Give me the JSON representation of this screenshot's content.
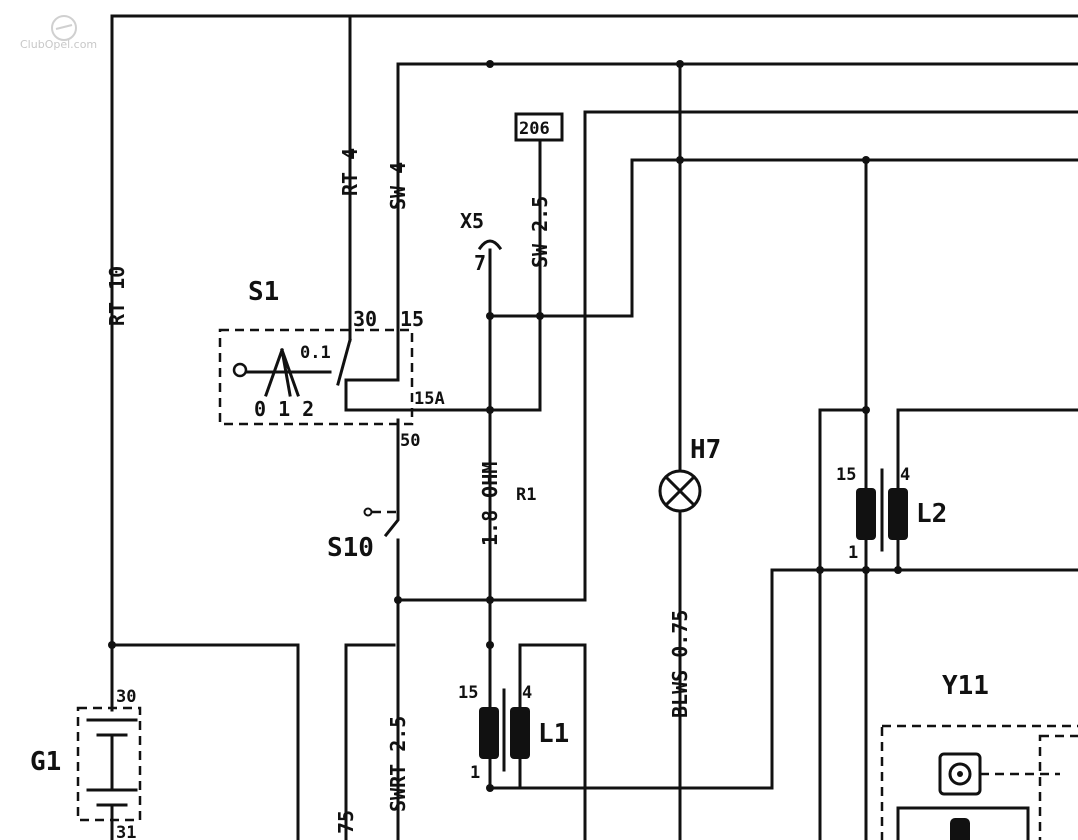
{
  "watermark": "ClubOpel.com",
  "components": {
    "s1": "S1",
    "s10": "S10",
    "h7": "H7",
    "l1": "L1",
    "l2": "L2",
    "g1": "G1",
    "y11": "Y11",
    "r1": "R1",
    "x5": "X5"
  },
  "connector_ref": "206",
  "wires": {
    "rt10": "RT 10",
    "rt4": "RT 4",
    "sw4": "SW 4",
    "sw25": "SW 2.5",
    "ohm": "1.8 OHM",
    "blws": "BLWS 0.75",
    "swrt": "SWRT 2.5",
    "w75": "75"
  },
  "pins": {
    "s1_30": "30",
    "s1_15": "15",
    "s1_15a": "15A",
    "s1_50": "50",
    "s1_01": "0.1",
    "s1_012": "0 1 2",
    "x5_7": "7",
    "l1_15": "15",
    "l1_4": "4",
    "l1_1": "1",
    "l2_15": "15",
    "l2_4": "4",
    "l2_1": "1",
    "g1_30": "30",
    "g1_31": "31"
  }
}
